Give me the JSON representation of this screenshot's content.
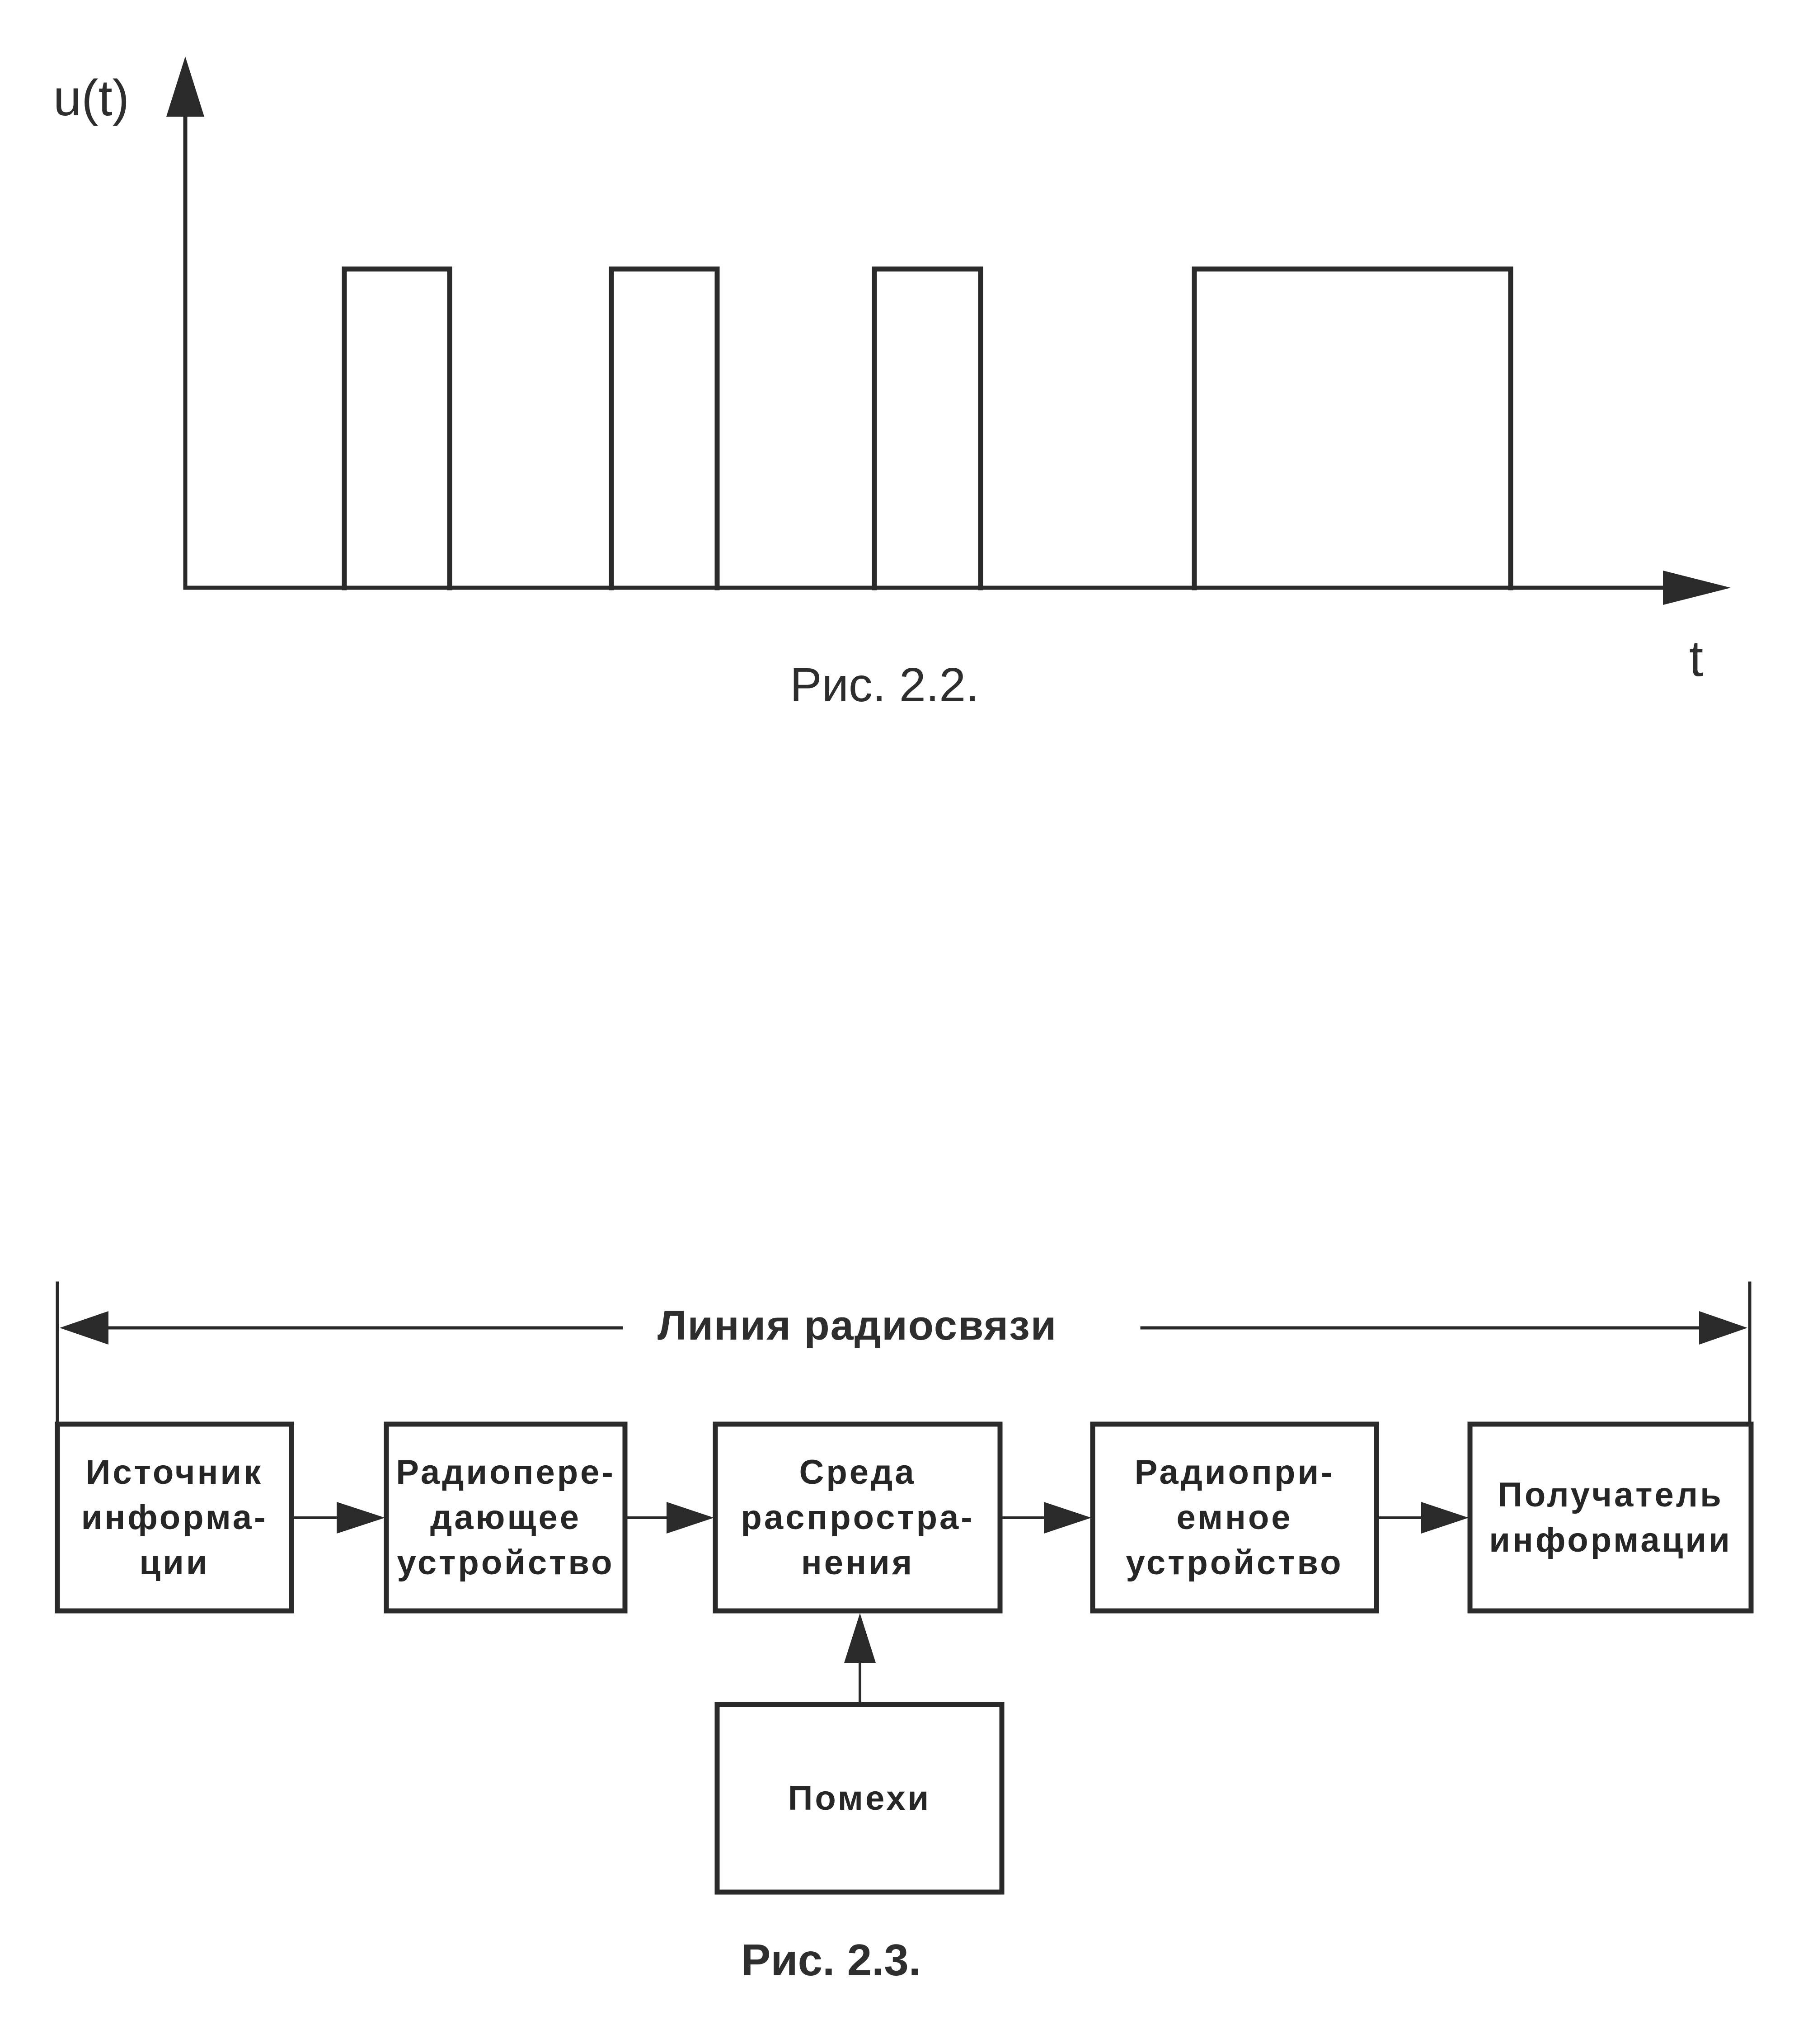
{
  "figure_2_2": {
    "y_axis_label": "u(t)",
    "x_axis_label": "t",
    "caption": "Рис. 2.2.",
    "pulse_count": 4
  },
  "figure_2_3": {
    "span_label": "Линия радиосвязи",
    "blocks": {
      "source": "Источник\nинформа-\nции",
      "transmitter": "Радиопере-\nдающее\nустройство",
      "medium": "Среда\nраспростра-\nнения",
      "receiver": "Радиопри-\nемное\nустройство",
      "recipient": "Получатель\nинформации",
      "noise": "Помехи"
    },
    "caption": "Рис. 2.3."
  },
  "colors": {
    "ink": "#2a2a2a",
    "background": "#ffffff"
  }
}
